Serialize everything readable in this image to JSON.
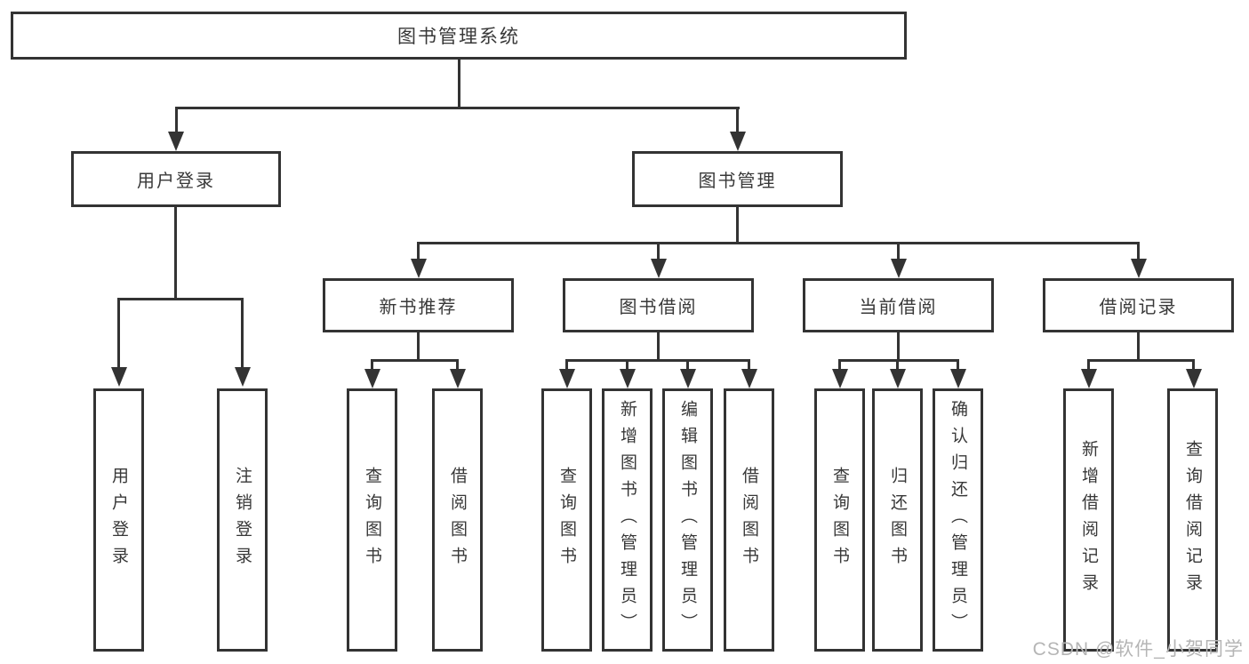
{
  "tree": {
    "root": {
      "label": "图书管理系统"
    },
    "branches": [
      {
        "label": "用户登录",
        "children": [
          {
            "label": "用户登录"
          },
          {
            "label": "注销登录"
          }
        ]
      },
      {
        "label": "图书管理",
        "sections": [
          {
            "label": "新书推荐",
            "children": [
              {
                "label": "查询图书"
              },
              {
                "label": "借阅图书"
              }
            ]
          },
          {
            "label": "图书借阅",
            "children": [
              {
                "label": "查询图书"
              },
              {
                "label": "新增图书（管理员）"
              },
              {
                "label": "编辑图书（管理员）"
              },
              {
                "label": "借阅图书"
              }
            ]
          },
          {
            "label": "当前借阅",
            "children": [
              {
                "label": "查询图书"
              },
              {
                "label": "归还图书"
              },
              {
                "label": "确认归还（管理员）"
              }
            ]
          },
          {
            "label": "借阅记录",
            "children": [
              {
                "label": "新增借阅记录"
              },
              {
                "label": "查询借阅记录"
              }
            ]
          }
        ]
      }
    ]
  },
  "watermark": {
    "text": "CSDN @软件_小贺同学"
  },
  "colors": {
    "line": "#333333",
    "text": "#383838",
    "background": "#ffffff",
    "watermark_text": "#b5b5b5"
  }
}
